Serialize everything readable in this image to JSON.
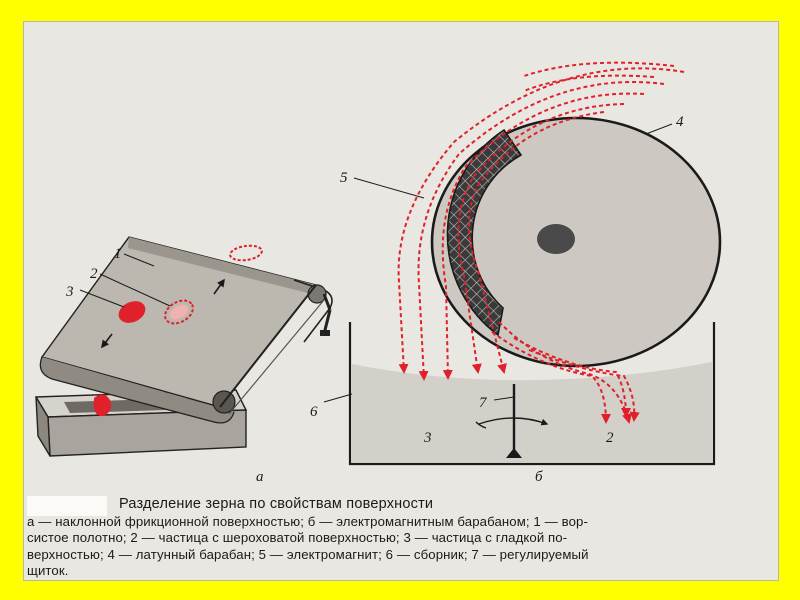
{
  "diagram": {
    "labels": {
      "n1": "1",
      "n2": "2",
      "n3": "3",
      "n4": "4",
      "n5": "5",
      "n6": "6",
      "n7": "7",
      "bin3": "3",
      "bin2": "2",
      "panel_a": "a",
      "panel_b": "б"
    },
    "colors": {
      "background_frame": "#ffff00",
      "grain_red": "#e0202a",
      "metal": "#cfcbc4",
      "ink": "#1a1a1a"
    }
  },
  "caption": {
    "title": "Разделение зерна по свойствам поверхности",
    "lines": [
      "а — наклонной фрикционной поверхностью; б — электромагнитным барабаном; 1 — вор-",
      "систое полотно; 2 — частица с шероховатой поверхностью; 3 — частица с гладкой по-",
      "верхностью; 4 — латунный барабан; 5 — электромагнит; 6 — сборник; 7 — регулируемый",
      "щиток."
    ]
  }
}
